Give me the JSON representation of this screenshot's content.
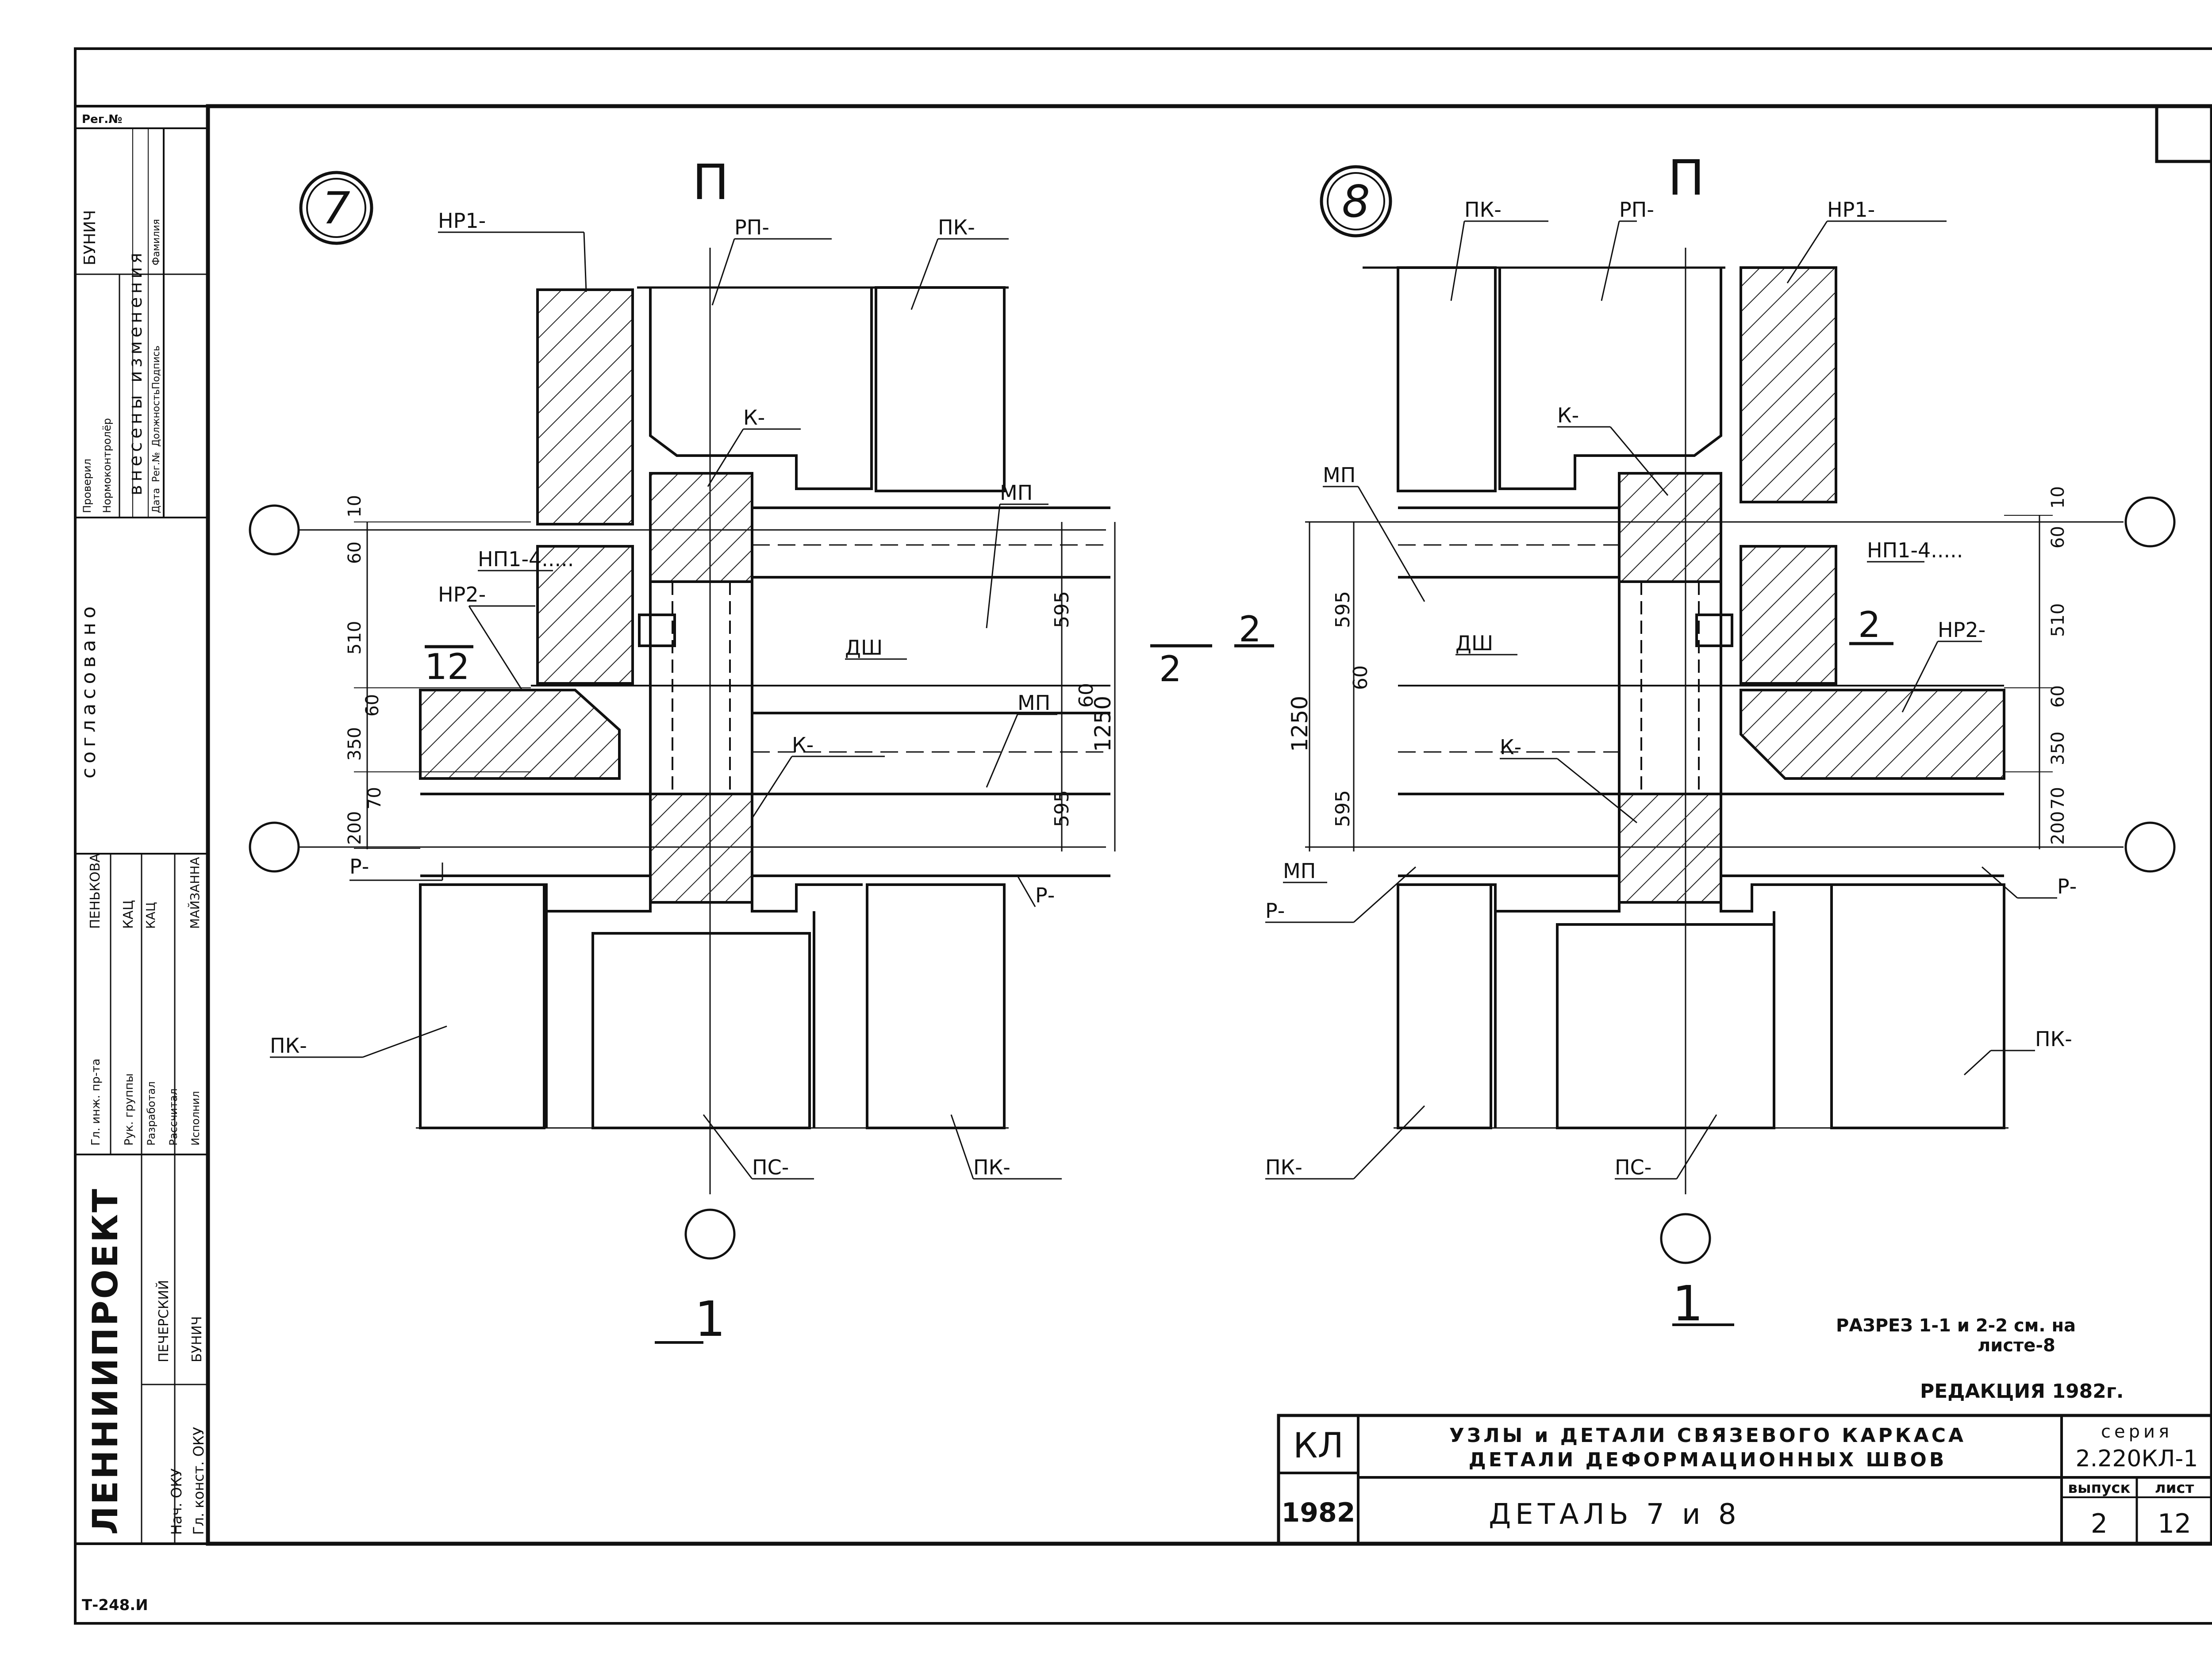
{
  "sidebar": {
    "reg_no": "Рег.№",
    "approvals_title": "согласовано",
    "changes_title": "внесены изменения",
    "changes_cols": [
      "Дата",
      "Рег.№",
      "Должность",
      "Подпись",
      "Фамилия"
    ],
    "checked_label": "Проверил",
    "normcontrol_label": "Нормоконтролёр",
    "checker_name": "БУНИЧ",
    "roles": [
      {
        "role": "Гл. инж. пр-та",
        "name": "ПЕНЬКОВА"
      },
      {
        "role": "Рук. группы",
        "name": "КАЦ"
      },
      {
        "role": "Разработал",
        "name": "КАЦ"
      },
      {
        "role": "Рассчитал",
        "name": ""
      },
      {
        "role": "Исполнил",
        "name": "МАЙЗАННА"
      }
    ],
    "org": "ЛЕННИИПРОЕКТ",
    "dept_roles": [
      {
        "role": "Нач. ОКУ",
        "name": "ПЕЧЕРСКИЙ"
      },
      {
        "role": "Гл. конст. ОКУ",
        "name": "БУНИЧ"
      }
    ]
  },
  "stamp_code": "Т-248.И",
  "detail7": {
    "number": "7",
    "labels": {
      "hp1": "НР1-",
      "rp": "РП-",
      "pk_top": "ПК-",
      "k_top": "К-",
      "mp_top": "МП",
      "np14": "НП1-4.....",
      "hp2": "НР2-",
      "dsh": "ДШ",
      "mp_mid": "МП",
      "k_bot": "К-",
      "r": "Р-",
      "pk_left": "ПК-",
      "ps": "ПС-",
      "pk_bot": "ПК-"
    },
    "dims_left": [
      "10",
      "60",
      "510",
      "60",
      "350",
      "70",
      "200"
    ],
    "dims_right": [
      "595",
      "60",
      "1250",
      "595"
    ],
    "section_left": "1",
    "section_left_no": "2",
    "section_right": "2",
    "axis_top": "П",
    "axis_bottom": "1"
  },
  "detail8": {
    "number": "8",
    "labels": {
      "pk_top": "ПК-",
      "rp": "РП-",
      "hp1": "НР1-",
      "k_top": "К-",
      "mp": "МП",
      "np14": "НП1-4.....",
      "dsh": "ДШ",
      "hp2": "НР2-",
      "k_bot": "К-",
      "mp_bot": "МП",
      "r_left": "Р-",
      "r_right": "Р-",
      "pk_right": "ПК-",
      "pk_left": "ПК-",
      "ps": "ПС-"
    },
    "dims_left": [
      "595",
      "60",
      "1250",
      "595"
    ],
    "dims_right": [
      "10",
      "60",
      "510",
      "60",
      "350",
      "70",
      "200"
    ],
    "section_left": "2",
    "section_right": "2",
    "axis_top": "П",
    "axis_bottom": "1"
  },
  "note": {
    "line1": "РАЗРЕЗ 1-1 и 2-2 см. на",
    "line2": "листе-8",
    "edition": "РЕДАКЦИЯ 1982г."
  },
  "title_block": {
    "kl": "КЛ",
    "year": "1982",
    "title_line1": "УЗЛЫ и ДЕТАЛИ СВЯЗЕВОГО КАРКАСА",
    "title_line2": "ДЕТАЛИ ДЕФОРМАЦИОННЫХ ШВОВ",
    "detail_name": "ДЕТАЛЬ 7 и 8",
    "series_label": "серия",
    "series_value": "2.220КЛ-1",
    "issue_label": "выпуск",
    "issue_value": "2",
    "sheet_label": "лист",
    "sheet_value": "12"
  }
}
